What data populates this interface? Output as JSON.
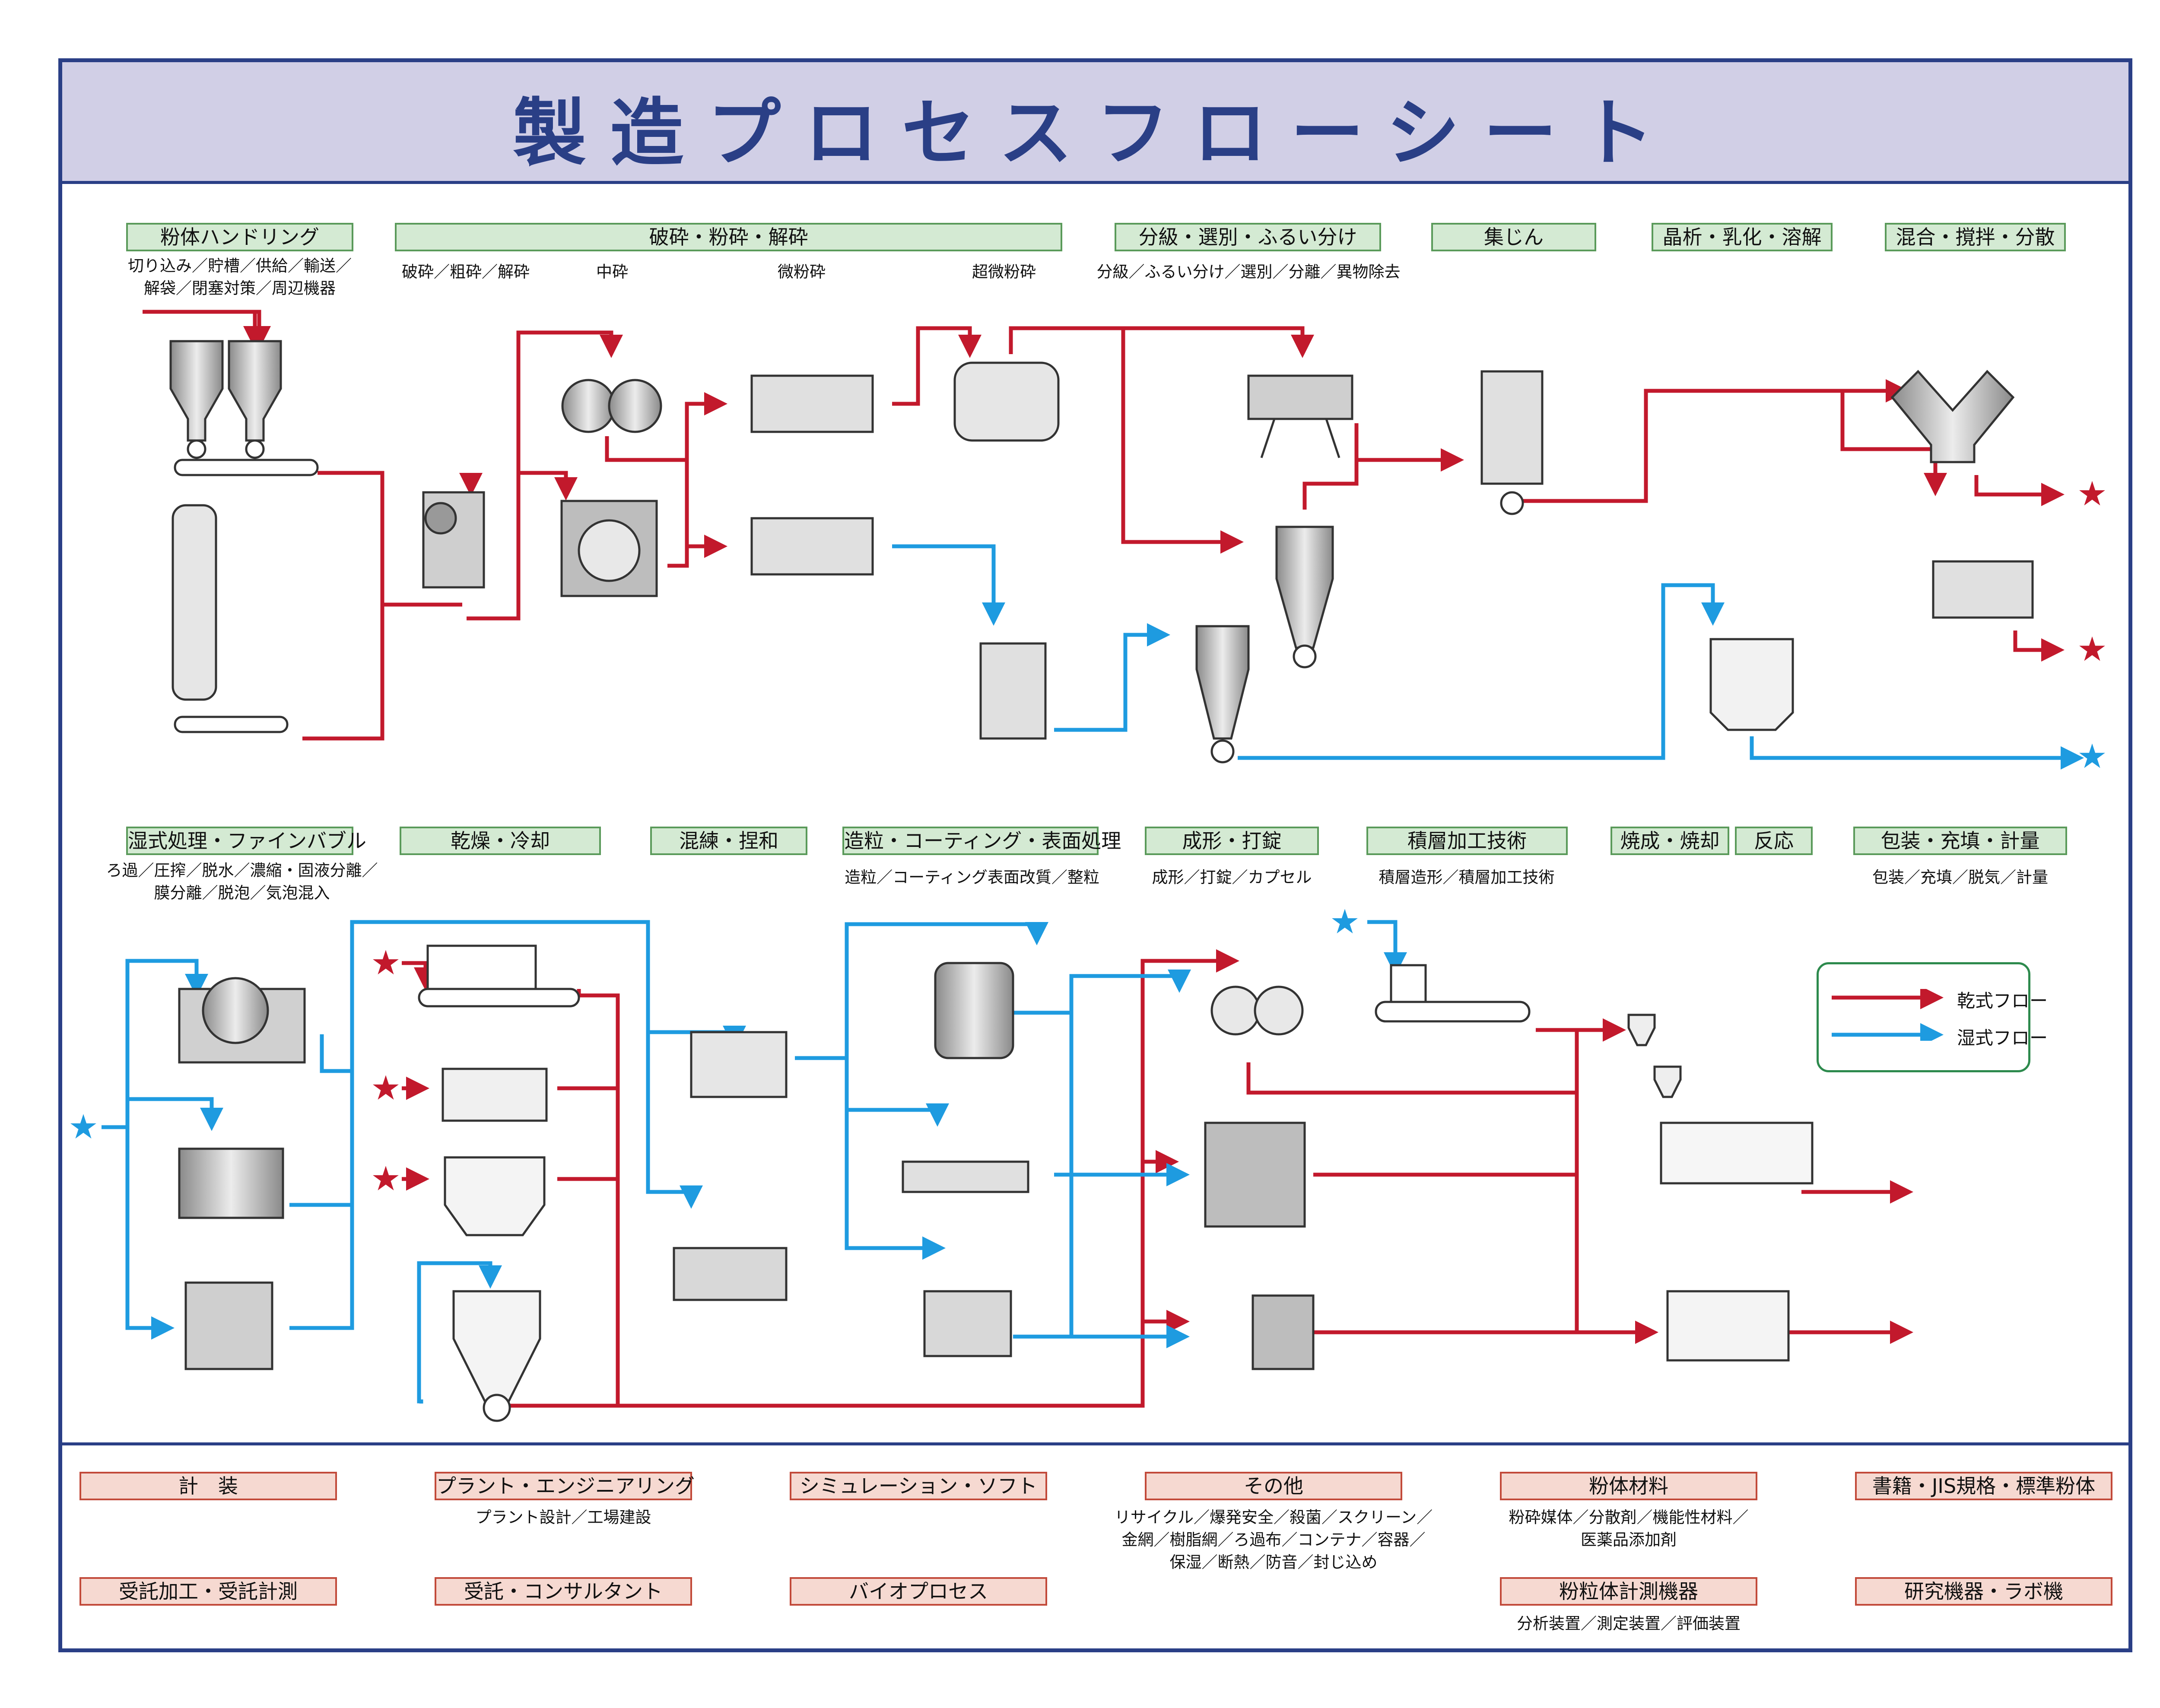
{
  "title": "製造プロセスフローシート",
  "colors": {
    "border": "#2a3f86",
    "title_band": "#d1cfe6",
    "dry_flow": "#c2192c",
    "wet_flow": "#1e9be0",
    "category_green": "#d4ead3",
    "category_red": "#f6d9d1"
  },
  "top_categories": [
    {
      "label": "粉体ハンドリング",
      "sub": "切り込み／貯槽／供給／輸送／\n解袋／閉塞対策／周辺機器"
    },
    {
      "label": "破砕・粉砕・解砕",
      "sub_items": [
        "破砕／粗砕／解砕",
        "中砕",
        "微粉砕",
        "超微粉砕"
      ]
    },
    {
      "label": "分級・選別・ふるい分け",
      "sub": "分級／ふるい分け／選別／分離／異物除去"
    },
    {
      "label": "集じん",
      "sub": ""
    },
    {
      "label": "晶析・乳化・溶解",
      "sub": ""
    },
    {
      "label": "混合・撹拌・分散",
      "sub": ""
    }
  ],
  "middle_categories": [
    {
      "label": "湿式処理・ファインバブル",
      "sub": "ろ過／圧搾／脱水／濃縮・固液分離／\n膜分離／脱泡／気泡混入"
    },
    {
      "label": "乾燥・冷却",
      "sub": ""
    },
    {
      "label": "混練・捏和",
      "sub": ""
    },
    {
      "label": "造粒・コーティング・表面処理",
      "sub": "造粒／コーティング表面改質／整粒"
    },
    {
      "label": "成形・打錠",
      "sub": "成形／打錠／カプセル"
    },
    {
      "label": "積層加工技術",
      "sub": "積層造形／積層加工技術"
    },
    {
      "label": "焼成・焼却",
      "sub": ""
    },
    {
      "label": "反応",
      "sub": ""
    },
    {
      "label": "包装・充填・計量",
      "sub": "包装／充填／脱気／計量"
    }
  ],
  "bottom_categories": [
    {
      "label": "計　装",
      "sub": ""
    },
    {
      "label": "プラント・エンジニアリング",
      "sub": "プラント設計／工場建設"
    },
    {
      "label": "シミュレーション・ソフト",
      "sub": ""
    },
    {
      "label": "その他",
      "sub": "リサイクル／爆発安全／殺菌／スクリーン／\n金網／樹脂網／ろ過布／コンテナ／容器／\n保湿／断熱／防音／封じ込め"
    },
    {
      "label": "粉体材料",
      "sub": "粉砕媒体／分散剤／機能性材料／\n医薬品添加剤"
    },
    {
      "label": "書籍・JIS規格・標準粉体",
      "sub": ""
    },
    {
      "label": "受託加工・受託計測",
      "sub": ""
    },
    {
      "label": "受託・コンサルタント",
      "sub": ""
    },
    {
      "label": "バイオプロセス",
      "sub": ""
    },
    {
      "label": "粉粒体計測機器",
      "sub": "分析装置／測定装置／評価装置"
    },
    {
      "label": "研究機器・ラボ機",
      "sub": ""
    }
  ],
  "legend": {
    "dry": "乾式フロー",
    "wet": "湿式フロー"
  }
}
